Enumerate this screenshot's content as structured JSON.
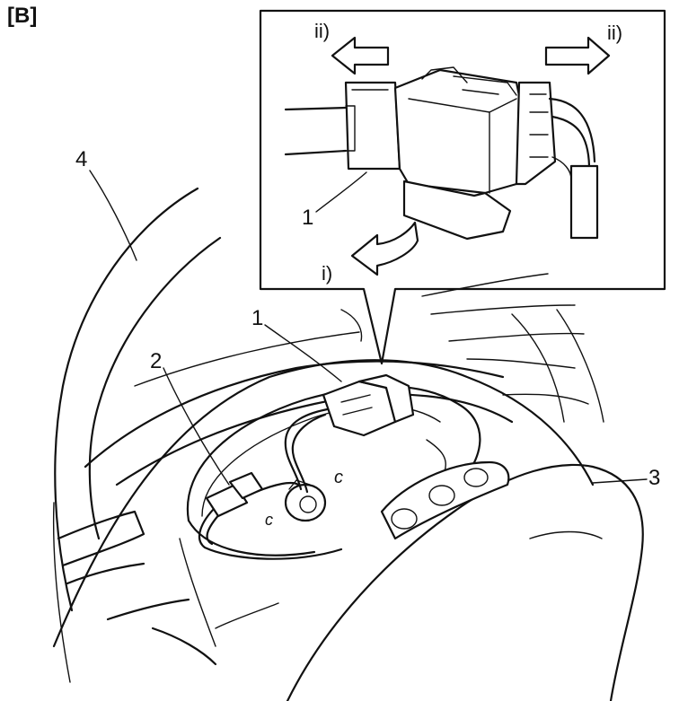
{
  "figure": {
    "section_label": "[B]"
  },
  "callouts": {
    "c1_main": "1",
    "c1_detail": "1",
    "c2": "2",
    "c3": "3",
    "c4": "4"
  },
  "arrows": {
    "step_ii_left": "ii)",
    "step_ii_right": "ii)",
    "step_i": "i)"
  },
  "colors": {
    "ink": "#111111",
    "paper": "#ffffff"
  }
}
